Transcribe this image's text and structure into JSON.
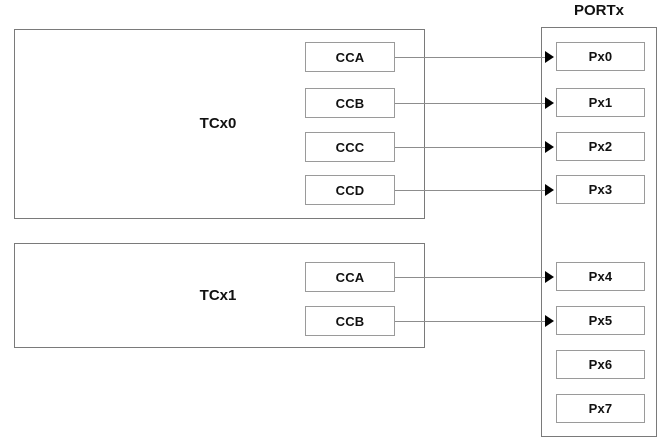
{
  "diagram": {
    "title_port": "PORTx",
    "modules": [
      {
        "name": "tcx0",
        "label": "TCx0",
        "channels": [
          {
            "label": "CCA",
            "target": "Px0"
          },
          {
            "label": "CCB",
            "target": "Px1"
          },
          {
            "label": "CCC",
            "target": "Px2"
          },
          {
            "label": "CCD",
            "target": "Px3"
          }
        ]
      },
      {
        "name": "tcx1",
        "label": "TCx1",
        "channels": [
          {
            "label": "CCA",
            "target": "Px4"
          },
          {
            "label": "CCB",
            "target": "Px5"
          }
        ]
      }
    ],
    "port_pins": [
      {
        "label": "Px0",
        "connected": true
      },
      {
        "label": "Px1",
        "connected": true
      },
      {
        "label": "Px2",
        "connected": true
      },
      {
        "label": "Px3",
        "connected": true
      },
      {
        "label": "Px4",
        "connected": true
      },
      {
        "label": "Px5",
        "connected": true
      },
      {
        "label": "Px6",
        "connected": false
      },
      {
        "label": "Px7",
        "connected": false
      }
    ],
    "colors": {
      "background": "#ffffff",
      "module_border": "#7a7a7a",
      "cell_border": "#9a9a9a",
      "wire": "#8d8d8d",
      "arrow": "#000000",
      "text": "#111111"
    }
  }
}
